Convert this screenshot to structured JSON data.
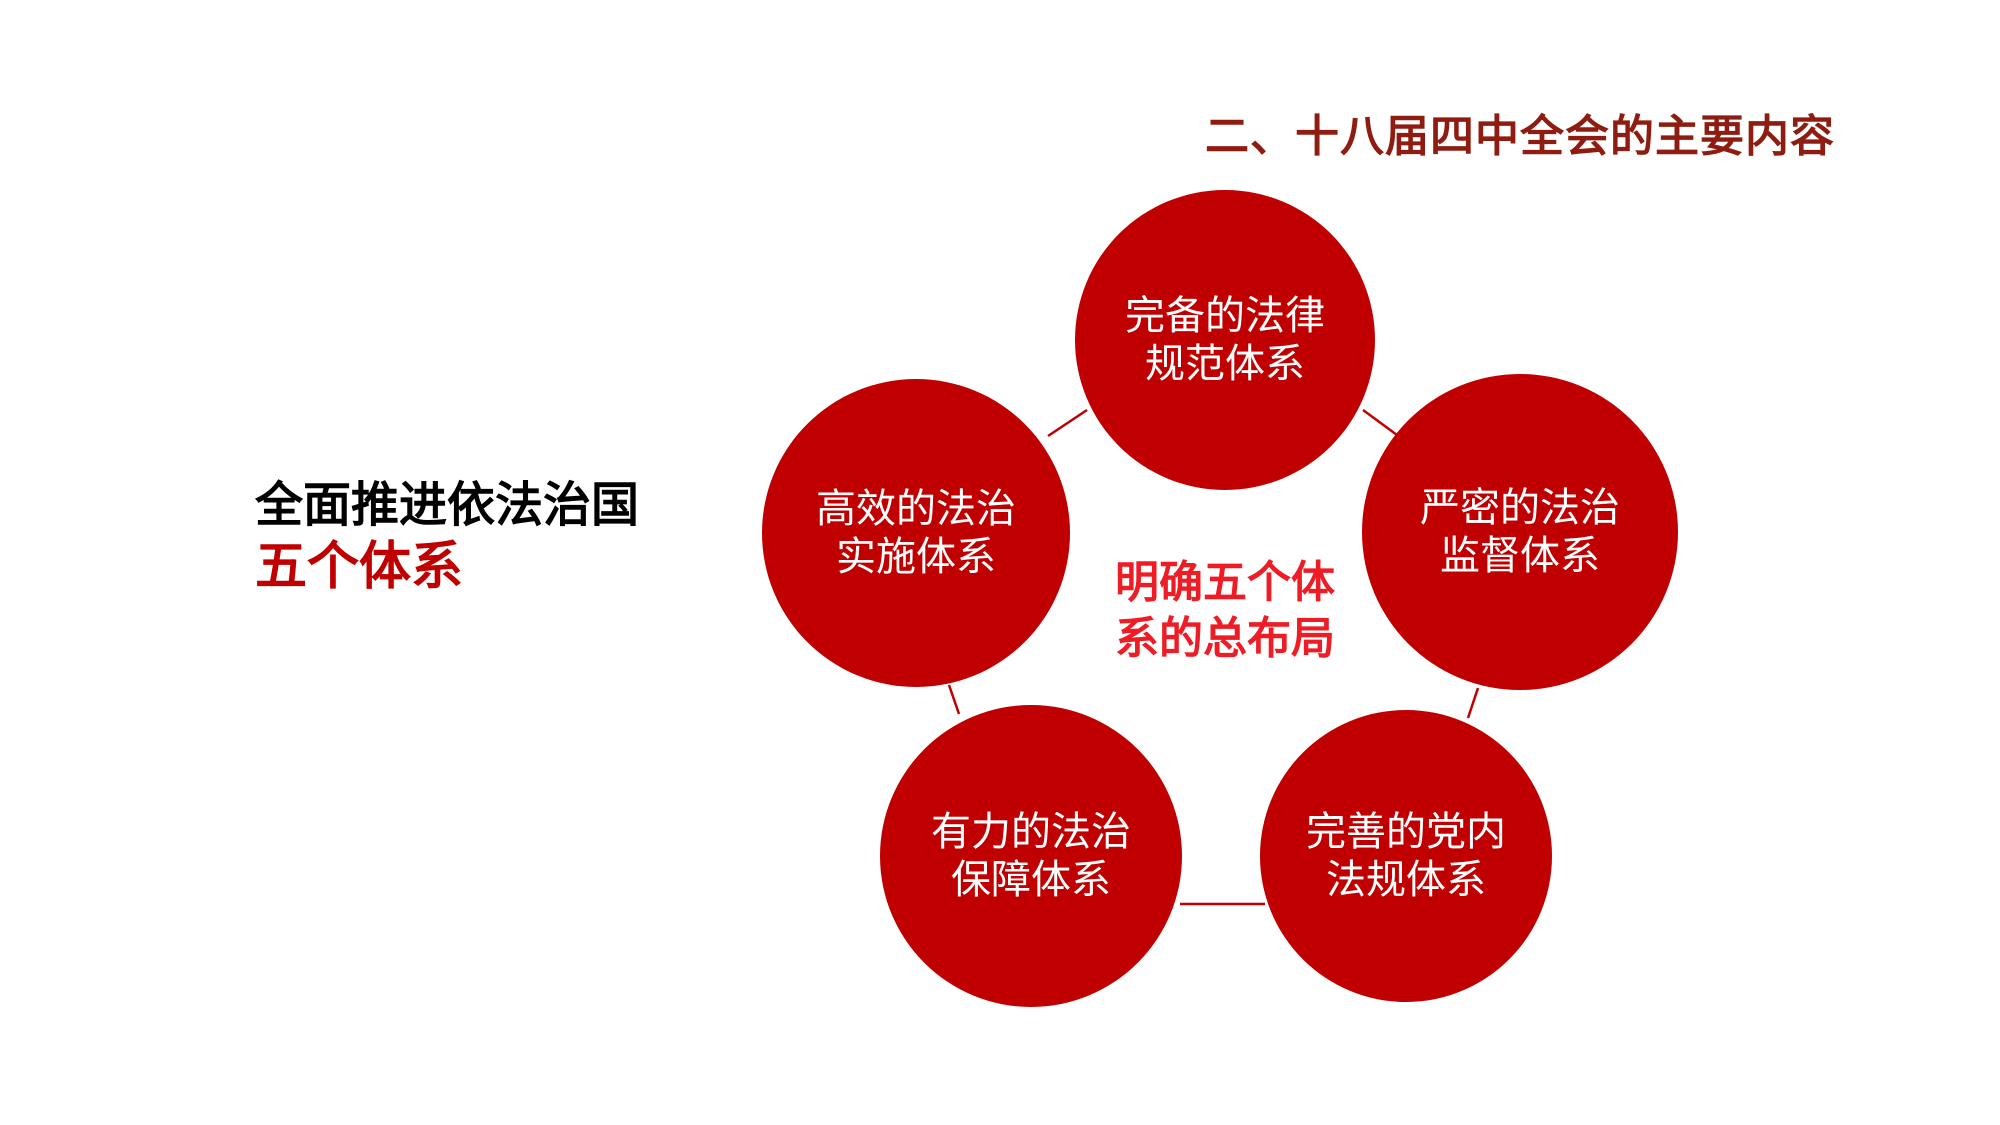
{
  "header": {
    "title": "二、十八届四中全会的主要内容"
  },
  "left_panel": {
    "line1": "全面推进依法治国",
    "line2": "五个体系"
  },
  "diagram": {
    "center_label": "明确五个体\n系的总布局",
    "nodes": [
      {
        "id": "top",
        "label": "完备的法律\n规范体系"
      },
      {
        "id": "right",
        "label": "严密的法治\n监督体系"
      },
      {
        "id": "bottom-right",
        "label": "完善的党内\n法规体系"
      },
      {
        "id": "bottom-left",
        "label": "有力的法治\n保障体系"
      },
      {
        "id": "left",
        "label": "高效的法治\n实施体系"
      }
    ]
  },
  "colors": {
    "title": "#8f1c10",
    "node_fill": "#c00000",
    "accent_red": "#c00000",
    "center_label": "#ee1c25",
    "connector": "#c00000"
  }
}
